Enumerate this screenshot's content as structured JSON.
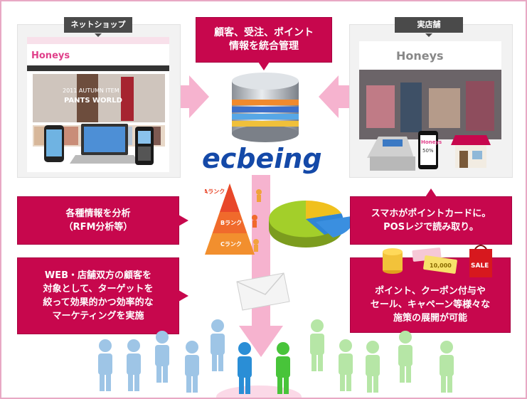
{
  "left_panel": {
    "tag": "ネットショップ",
    "site_logo": "Honeys",
    "banner_line1": "2011 AUTUMN ITEM",
    "banner_line2": "PANTS WORLD"
  },
  "right_panel": {
    "tag": "実店舗",
    "store_sign": "Honeys",
    "card_logo": "Honeys",
    "card_text": "50%"
  },
  "center": {
    "callout_lines": [
      "顧客、受注、ポイント",
      "情報を統合管理"
    ],
    "logo": "ecbeing"
  },
  "pyramid": {
    "ranks": [
      "Aランク",
      "Bランク",
      "Cランク"
    ]
  },
  "callouts": {
    "analysis": [
      "各種情報を分析",
      "（RFM分析等）"
    ],
    "targeting": [
      "WEB・店舗双方の顧客を",
      "対象として、ターゲットを",
      "絞って効果的かつ効率的な",
      "マーケティングを実施"
    ],
    "pointcard": [
      "スマホがポイントカードに。",
      "POSレジで読み取り。"
    ],
    "coupon": [
      "ポイント、クーポン付与や",
      "セール、キャペーン等様々な",
      "施策の展開が可能"
    ]
  },
  "coupon_card": "10,000",
  "sale_bag": "SALE",
  "colors": {
    "accent": "#c7074d",
    "arrow": "#f6b3cf",
    "person_blue": "#9ec5e6",
    "person_green": "#b6e6a6"
  }
}
